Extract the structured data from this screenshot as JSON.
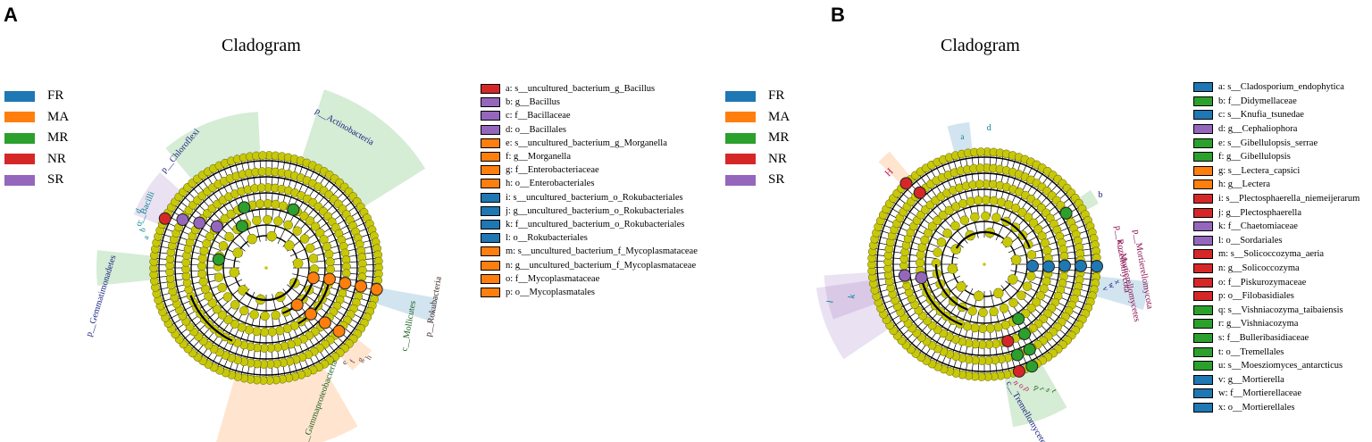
{
  "colors": {
    "FR": "#1f77b4",
    "MA": "#ff7f0e",
    "MR": "#2ca02c",
    "NR": "#d62728",
    "SR": "#9467bd",
    "node": "#c8c80a",
    "node_stroke": "#5a5a00"
  },
  "panels": [
    {
      "letter": "A",
      "title": "Cladogram",
      "groups": [
        "FR",
        "MA",
        "MR",
        "NR",
        "SR"
      ],
      "features": [
        {
          "key": "a: s__uncultured_bacterium_g_Bacillus",
          "group": "NR"
        },
        {
          "key": "b: g__Bacillus",
          "group": "SR"
        },
        {
          "key": "c: f__Bacillaceae",
          "group": "SR"
        },
        {
          "key": "d: o__Bacillales",
          "group": "SR"
        },
        {
          "key": "e: s__uncultured_bacterium_g_Morganella",
          "group": "MA"
        },
        {
          "key": "f: g__Morganella",
          "group": "MA"
        },
        {
          "key": "g: f__Enterobacteriaceae",
          "group": "MA"
        },
        {
          "key": "h: o__Enterobacteriales",
          "group": "MA"
        },
        {
          "key": "i: s__uncultured_bacterium_o_Rokubacteriales",
          "group": "FR"
        },
        {
          "key": "j: g__uncultured_bacterium_o_Rokubacteriales",
          "group": "FR"
        },
        {
          "key": "k: f__uncultured_bacterium_o_Rokubacteriales",
          "group": "FR"
        },
        {
          "key": "l: o__Rokubacteriales",
          "group": "FR"
        },
        {
          "key": "m: s__uncultured_bacterium_f_Mycoplasmataceae",
          "group": "MA"
        },
        {
          "key": "n: g__uncultured_bacterium_f_Mycoplasmataceae",
          "group": "MA"
        },
        {
          "key": "o: f__Mycoplasmataceae",
          "group": "MA"
        },
        {
          "key": "p: o__Mycoplasmatales",
          "group": "MA"
        }
      ],
      "clade_labels": [
        "p__Chloroflexi",
        "p__Actinobacteria",
        "c__Bacilli",
        "p__Gemmatimonadetes",
        "c__Gammaproteobacteria",
        "p__Rokubacteria",
        "c__Mollicutes",
        "d",
        "c",
        "b",
        "a",
        "e",
        "f",
        "g",
        "h"
      ]
    },
    {
      "letter": "B",
      "title": "Cladogram",
      "groups": [
        "FR",
        "MA",
        "MR",
        "NR",
        "SR"
      ],
      "features": [
        {
          "key": "a: s__Cladosporium_endophytica",
          "group": "FR"
        },
        {
          "key": "b: f__Didymellaceae",
          "group": "MR"
        },
        {
          "key": "c: s__Knufia_tsunedae",
          "group": "FR"
        },
        {
          "key": "d: g__Cephaliophora",
          "group": "SR"
        },
        {
          "key": "e: s__Gibellulopsis_serrae",
          "group": "MR"
        },
        {
          "key": "f: g__Gibellulopsis",
          "group": "MR"
        },
        {
          "key": "g: s__Lectera_capsici",
          "group": "MA"
        },
        {
          "key": "h: g__Lectera",
          "group": "MA"
        },
        {
          "key": "i: s__Plectosphaerella_niemeijerarum",
          "group": "NR"
        },
        {
          "key": "j: g__Plectosphaerella",
          "group": "NR"
        },
        {
          "key": "k: f__Chaetomiaceae",
          "group": "SR"
        },
        {
          "key": "l: o__Sordariales",
          "group": "SR"
        },
        {
          "key": "m: s__Solicoccozyma_aeria",
          "group": "NR"
        },
        {
          "key": "n: g__Solicoccozyma",
          "group": "NR"
        },
        {
          "key": "o: f__Piskurozymaceae",
          "group": "NR"
        },
        {
          "key": "p: o__Filobasidiales",
          "group": "NR"
        },
        {
          "key": "q: s__Vishniacozyma_taibaiensis",
          "group": "MR"
        },
        {
          "key": "r: g__Vishniacozyma",
          "group": "MR"
        },
        {
          "key": "s: f__Bulleribasidiaceae",
          "group": "MR"
        },
        {
          "key": "t: o__Tremellales",
          "group": "MR"
        },
        {
          "key": "u: s__Moesziomyces_antarcticus",
          "group": "MR"
        },
        {
          "key": "v: g__Mortierella",
          "group": "FR"
        },
        {
          "key": "w: f__Mortierellaceae",
          "group": "FR"
        },
        {
          "key": "x: o__Mortierellales",
          "group": "FR"
        }
      ],
      "clade_labels": [
        "d",
        "b",
        "c__Tremellomycetes",
        "p__Mortierellomycota",
        "c__Mortierellomycetes",
        "p__Rozellomycota",
        "H",
        "k",
        "l",
        "x",
        "w",
        "v",
        "a",
        "n",
        "o",
        "p",
        "q",
        "r",
        "s",
        "t"
      ]
    }
  ]
}
